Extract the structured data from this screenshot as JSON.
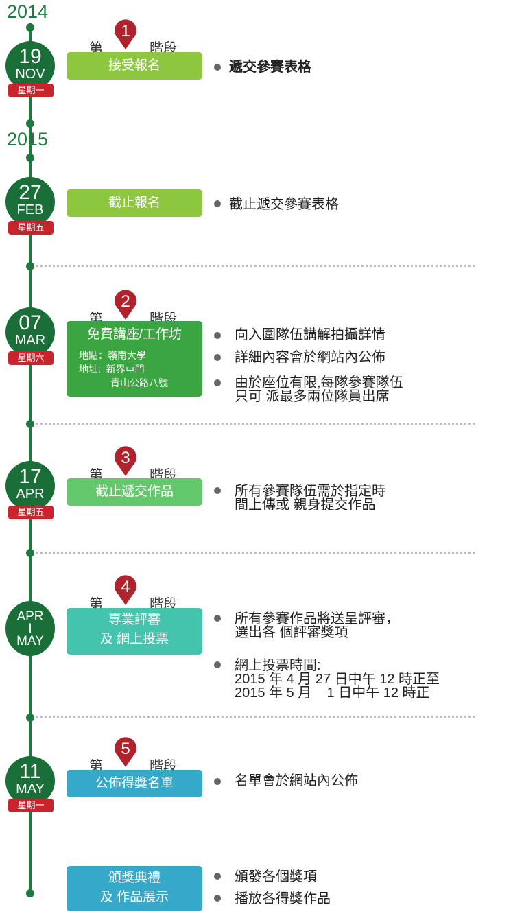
{
  "years": [
    "2014",
    "2015"
  ],
  "stage_prefix": "第",
  "stage_suffix": "階段",
  "events": [
    {
      "day": "19",
      "month": "NOV",
      "weekday": "星期一",
      "stage": "1",
      "title": "接受報名",
      "bullets": [
        "遞交參賽表格"
      ]
    },
    {
      "day": "27",
      "month": "FEB",
      "weekday": "星期五",
      "title": "截止報名",
      "bullets": [
        "截止遞交參賽表格"
      ]
    },
    {
      "day": "07",
      "month": "MAR",
      "weekday": "星期六",
      "stage": "2",
      "title": "免費講座/工作坊",
      "details": [
        "地點：嶺南大學",
        "地址:  新界屯門",
        "青山公路八號"
      ],
      "bullets": [
        "向入圍隊伍講解拍攝詳情",
        "詳細內容會於網站內公佈",
        "由於座位有限,每隊參賽隊伍\n只可 派最多兩位隊員出席"
      ]
    },
    {
      "day": "17",
      "month": "APR",
      "weekday": "星期五",
      "stage": "3",
      "title": "截止遞交作品",
      "bullets": [
        "所有參賽隊伍需於指定時\n間上傳或 親身提交作品"
      ]
    },
    {
      "month_from": "APR",
      "sep": "I",
      "month_to": "MAY",
      "stage": "4",
      "title_lines": [
        "專業評審",
        "及 網上投票"
      ],
      "bullets": [
        "所有參賽作品將送呈評審，\n選出各 個評審獎項",
        "網上投票時間:\n2015 年 4 月 27 日中午 12 時正至\n2015 年 5 月    1 日中午 12 時正"
      ]
    },
    {
      "day": "11",
      "month": "MAY",
      "weekday": "星期一",
      "stage": "5",
      "title": "公佈得獎名單",
      "bullets": [
        "名單會於網站內公佈"
      ]
    },
    {
      "title_lines": [
        "頒獎典禮",
        "及 作品展示"
      ],
      "bullets": [
        "頒發各個獎項",
        "播放各得獎作品"
      ]
    }
  ],
  "colors": {
    "timeline": "#1d7a3e",
    "weekday": "#c8242e",
    "pin": "#b0222c",
    "box_stage1": "#8dc63f",
    "box_stage2": "#3aa541",
    "box_stage3": "#62c86b",
    "box_stage4": "#45c4ad",
    "box_stage5": "#36a8c9"
  }
}
